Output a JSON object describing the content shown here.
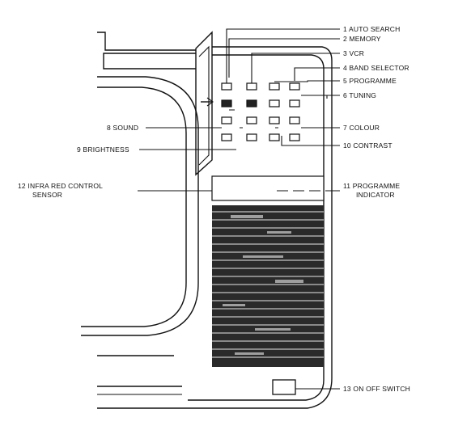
{
  "labels": {
    "l1": "1 AUTO SEARCH",
    "l2": "2 MEMORY",
    "l3": "3 VCR",
    "l4": "4 BAND SELECTOR",
    "l5": "5 PROGRAMME",
    "l6": "6 TUNING",
    "l7": "7 COLOUR",
    "l8": "8 SOUND",
    "l9": "9 BRIGHTNESS",
    "l10": "10 CONTRAST",
    "l11a": "11 PROGRAMME",
    "l11b": "INDICATOR",
    "l12a": "12 INFRA RED CONTROL",
    "l12b": "SENSOR",
    "l13": "13 ON OFF SWITCH"
  }
}
